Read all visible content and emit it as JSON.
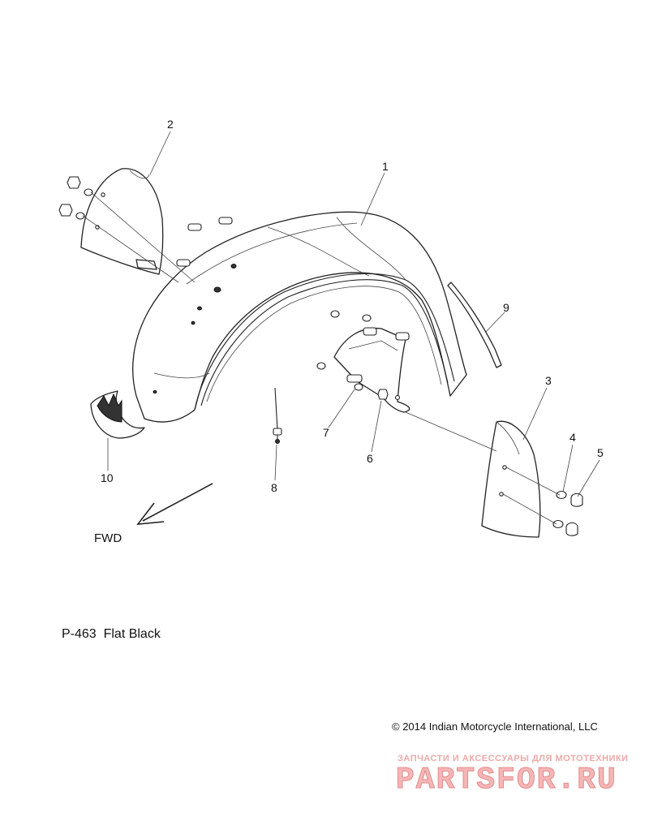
{
  "callouts": {
    "c1": "1",
    "c2": "2",
    "c3": "3",
    "c4": "4",
    "c5": "5",
    "c6": "6",
    "c7": "7",
    "c8": "8",
    "c9": "9",
    "c10": "10"
  },
  "direction_label": "FWD",
  "caption": "P-463  Flat Black",
  "copyright": "© 2014 Indian Motorcycle International, LLC",
  "watermark": {
    "tagline": "ЗАПЧАСТИ И АКСЕССУАРЫ ДЛЯ МОТОТЕХНИКИ",
    "logo": "PARTSFOR.RU"
  },
  "colors": {
    "line": "#222222",
    "watermark": "#f4b6b6"
  }
}
